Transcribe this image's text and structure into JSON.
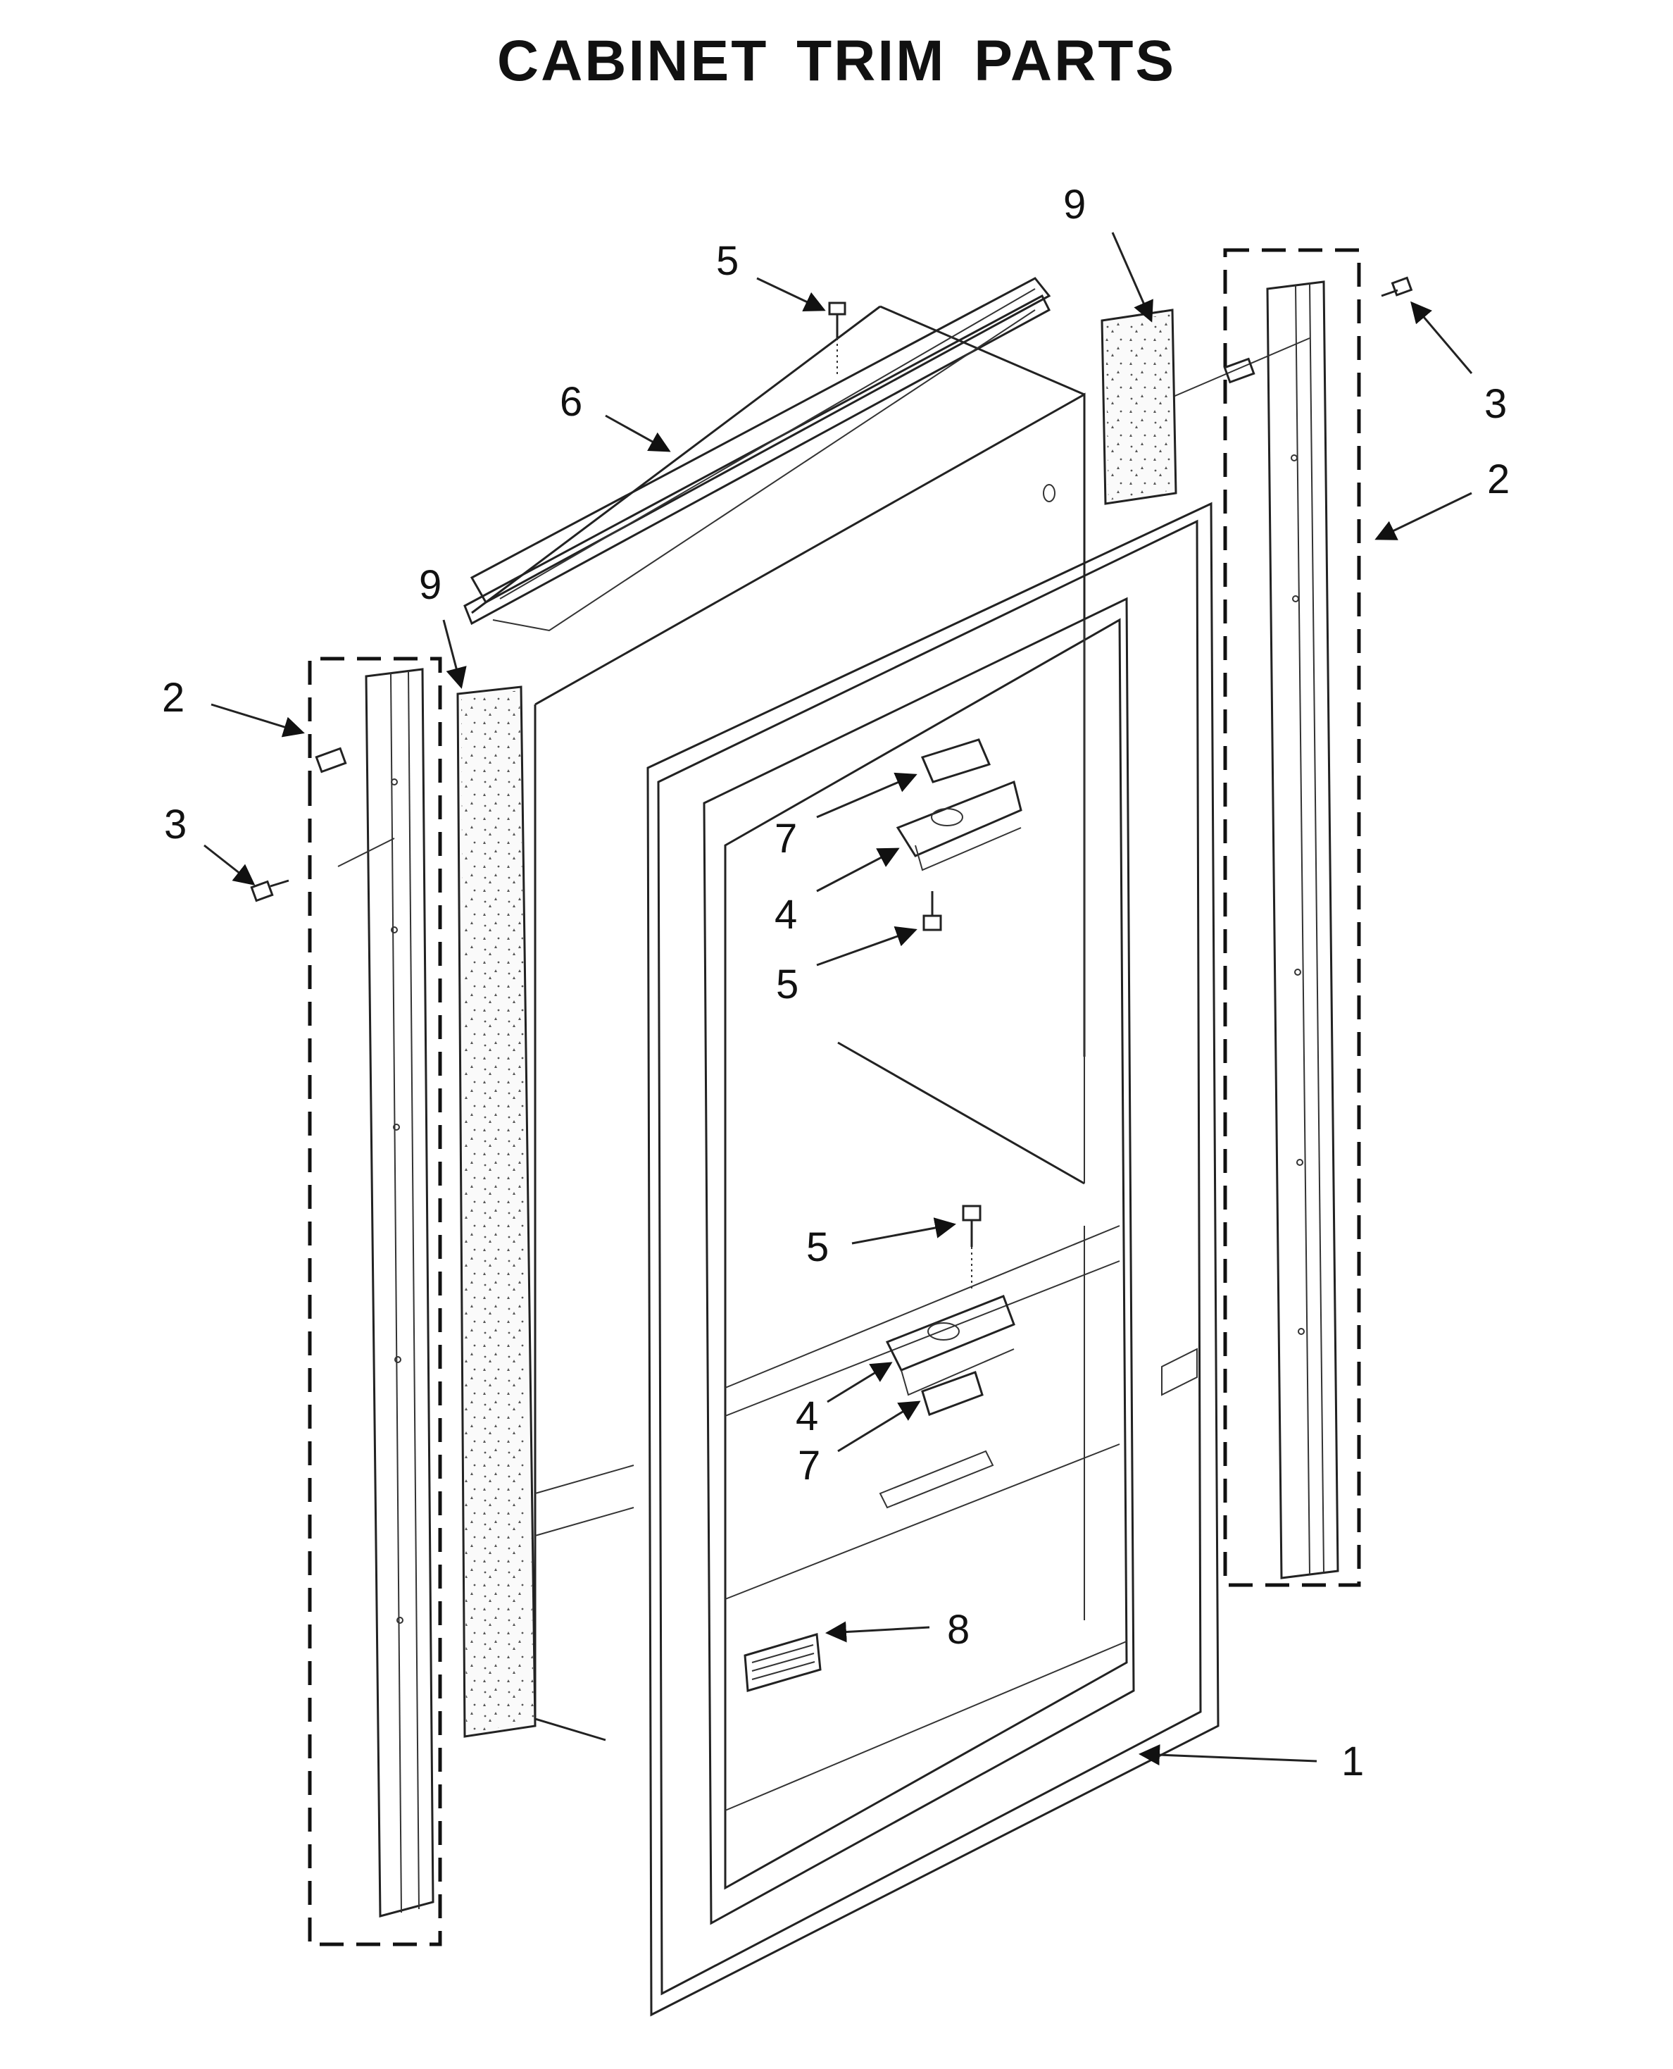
{
  "title": "CABINET TRIM PARTS",
  "callouts": [
    {
      "id": "c5a",
      "label": "5"
    },
    {
      "id": "c9a",
      "label": "9"
    },
    {
      "id": "c3a",
      "label": "3"
    },
    {
      "id": "c6",
      "label": "6"
    },
    {
      "id": "c2a",
      "label": "2"
    },
    {
      "id": "c9b",
      "label": "9"
    },
    {
      "id": "c2b",
      "label": "2"
    },
    {
      "id": "c3b",
      "label": "3"
    },
    {
      "id": "c7a",
      "label": "7"
    },
    {
      "id": "c4a",
      "label": "4"
    },
    {
      "id": "c5b",
      "label": "5"
    },
    {
      "id": "c5c",
      "label": "5"
    },
    {
      "id": "c4b",
      "label": "4"
    },
    {
      "id": "c7b",
      "label": "7"
    },
    {
      "id": "c8",
      "label": "8"
    },
    {
      "id": "c1",
      "label": "1"
    }
  ],
  "colors": {
    "line": "#222222",
    "background": "#ffffff"
  }
}
